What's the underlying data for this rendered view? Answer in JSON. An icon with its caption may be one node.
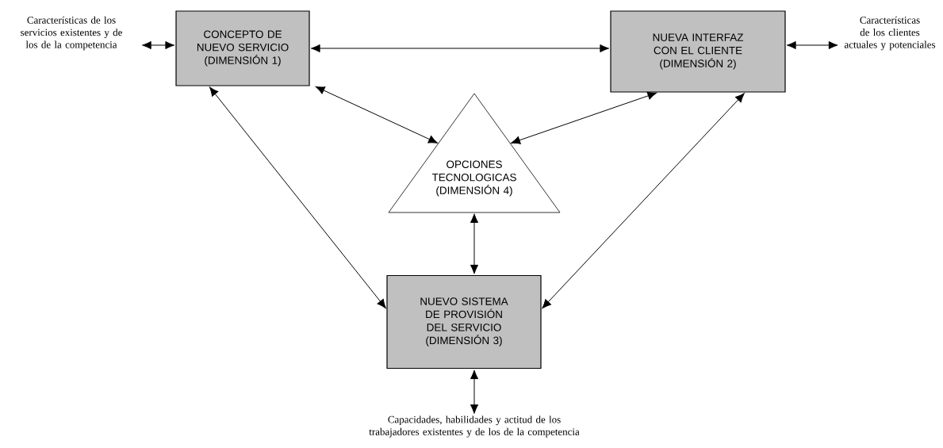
{
  "diagram": {
    "nodes": [
      {
        "text": [
          "Características de los servicios existentes y de los de la competencia"
        ]
      },
      {
        "text": [
          "CONCEPTO DE NUEVO SERVICIO (DIMENSIÓN 1)"
        ]
      },
      {
        "text": [
          "NUEVA INTERFAZ CON EL CLIENTE (DIMENSIÓN 2)"
        ]
      },
      {
        "text": [
          "Características de los clientes actuales y potenciales"
        ]
      },
      {
        "text": [
          "OPCIONES TECNOLOGICAS (DIMENSIÓN 4)"
        ]
      },
      {
        "text": [
          "NUEVO SISTEMA DE PROVISIÓN DEL SERVICIO (DIMENSIÓN 3)"
        ]
      },
      {
        "text": [
          "Capacidades, habilidades y actitud de los trabajadores existentes y de los de la competencia"
        ]
      }
    ],
    "edges": [
      {
        "from": 0,
        "to": 1,
        "arrow": "both"
      },
      {
        "from": 1,
        "to": 2,
        "arrow": "both"
      },
      {
        "from": 2,
        "to": 3,
        "arrow": "both"
      },
      {
        "from": 1,
        "to": 4,
        "arrow": "both"
      },
      {
        "from": 2,
        "to": 4,
        "arrow": "both"
      },
      {
        "from": 4,
        "to": 5,
        "arrow": "both"
      },
      {
        "from": 1,
        "to": 5,
        "arrow": "both"
      },
      {
        "from": 2,
        "to": 5,
        "arrow": "both"
      },
      {
        "from": 5,
        "to": 6,
        "arrow": "both"
      }
    ]
  }
}
